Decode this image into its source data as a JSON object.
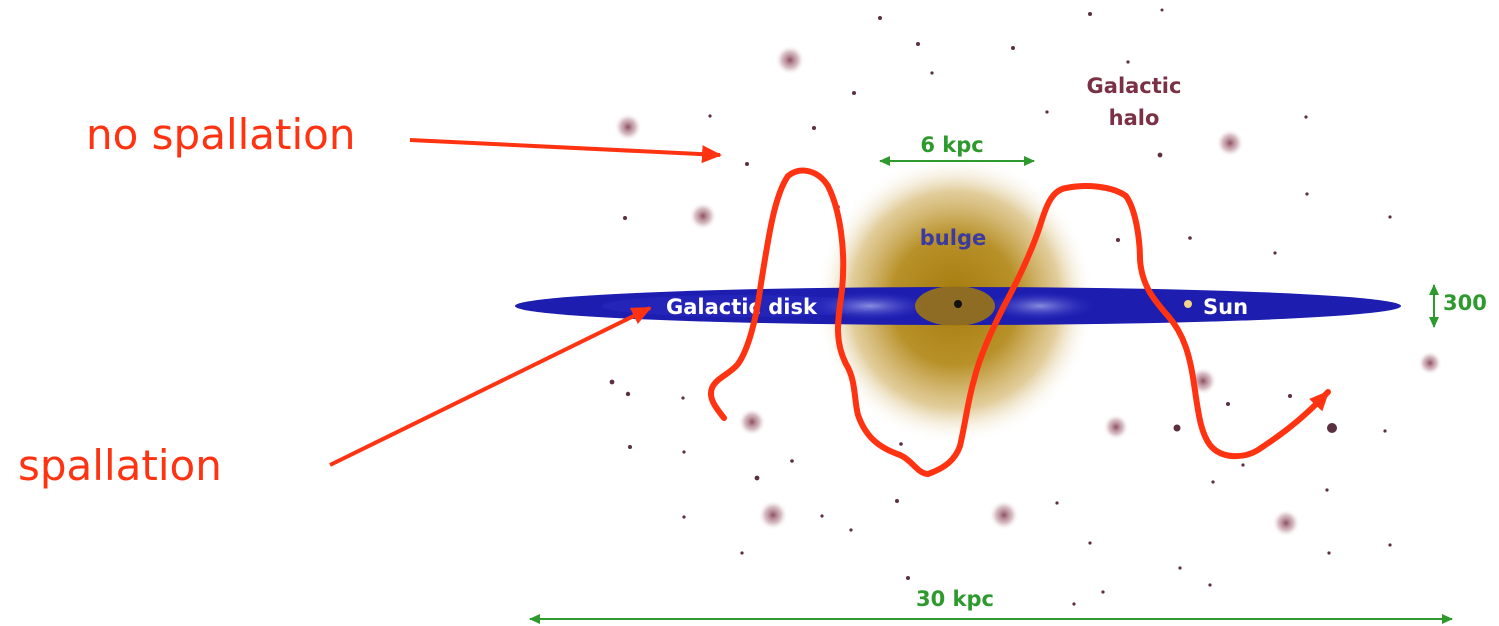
{
  "annotations": {
    "no_spallation": "no spallation",
    "spallation": "spallation"
  },
  "labels": {
    "halo_line1": "Galactic",
    "halo_line2": "halo",
    "bulge": "bulge",
    "disk": "Galactic disk",
    "sun": "Sun",
    "bulge_width": "6 kpc",
    "galaxy_width": "30 kpc",
    "disk_thickness": "300"
  },
  "colors": {
    "annotation": "#ff3311",
    "measure": "#2e9a2e",
    "disk": "#1d1db0",
    "bulge": "#b8901c",
    "halo_text": "#7a3045",
    "bulge_text": "#3a3aa0",
    "star": "#5c3040"
  }
}
